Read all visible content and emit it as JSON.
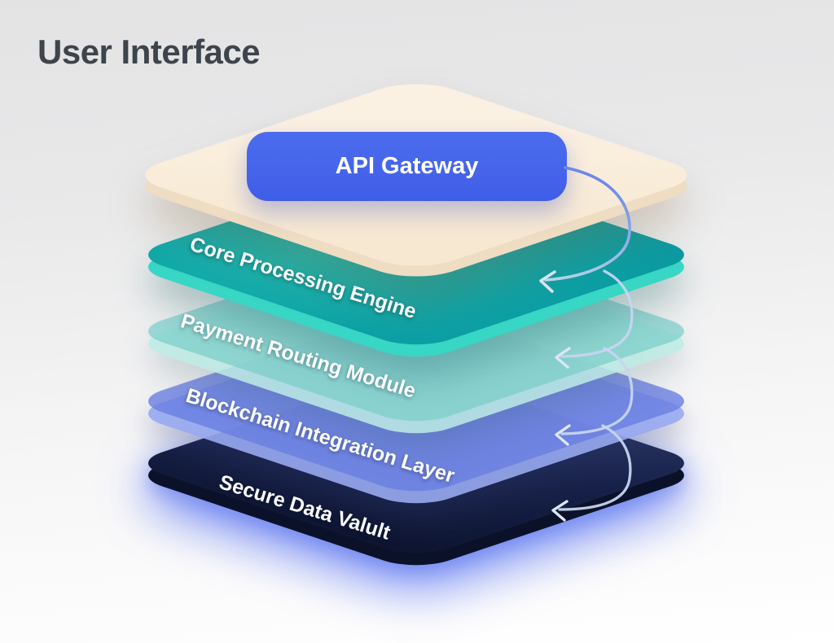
{
  "title": "User Interface",
  "api_gateway": {
    "label": "API Gateway",
    "color": "#4565e9"
  },
  "layers": [
    {
      "label": "Core Processing Engine",
      "color": "#0da1a5"
    },
    {
      "label": "Payment Routing Module",
      "color": "#7bcfcb"
    },
    {
      "label": "Blockchain Integration Layer",
      "color": "#687ce2"
    },
    {
      "label": "Secure Data Valult",
      "color": "#131c3d"
    }
  ],
  "top_plane_color": "#f9edda",
  "arrow_color": "#b9cbea",
  "arrow_count": 4
}
